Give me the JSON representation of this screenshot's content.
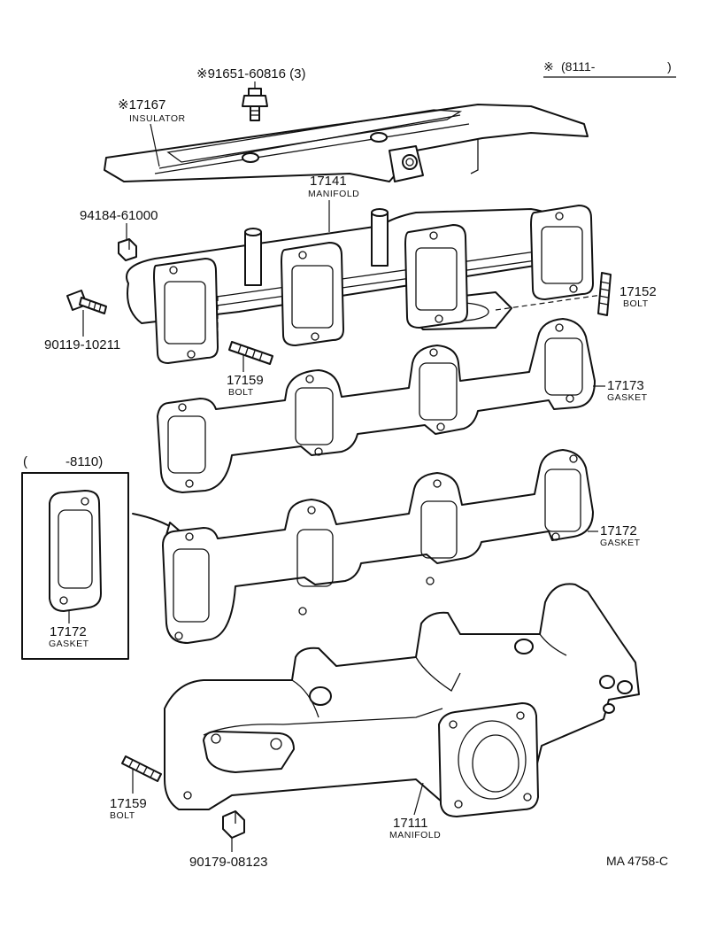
{
  "header": {
    "note_mark": "※",
    "date_range": "(8111-",
    "date_range_close": ")"
  },
  "inset": {
    "date_range": "(",
    "date_range_end": "-8110)",
    "part_number": "17172",
    "part_name": "GASKET"
  },
  "parts": {
    "bolt_top": {
      "number": "※91651-60816 (3)"
    },
    "insulator": {
      "number": "※17167",
      "name": "INSULATOR"
    },
    "manifold_upper": {
      "number": "17141",
      "name": "MANIFOLD"
    },
    "nut_upper": {
      "number": "94184-61000"
    },
    "bolt_left": {
      "number": "90119-10211"
    },
    "stud_17152": {
      "number": "17152",
      "name": "BOLT"
    },
    "stud_17159_upper": {
      "number": "17159",
      "name": "BOLT"
    },
    "gasket_17173": {
      "number": "17173",
      "name": "GASKET"
    },
    "gasket_17172": {
      "number": "17172",
      "name": "GASKET"
    },
    "stud_17159_lower": {
      "number": "17159",
      "name": "BOLT"
    },
    "nut_lower": {
      "number": "90179-08123"
    },
    "manifold_lower": {
      "number": "17111",
      "name": "MANIFOLD"
    }
  },
  "footer": {
    "figure_ref": "MA 4758-C"
  },
  "icons": [
    "arrow-icon",
    "bolt-icon",
    "nut-icon",
    "stud-icon"
  ]
}
